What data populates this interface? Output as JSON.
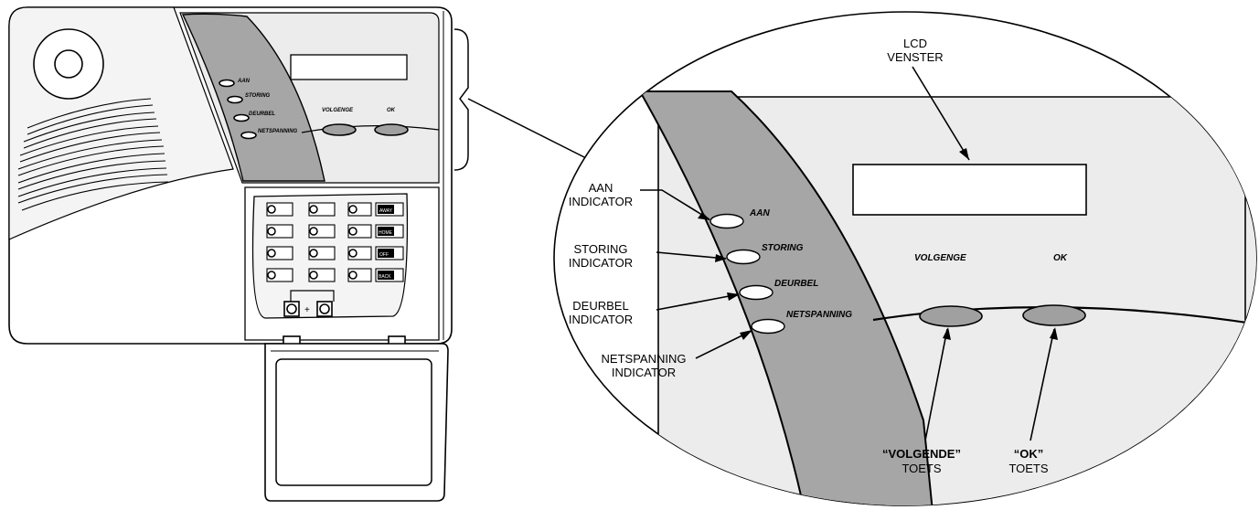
{
  "panel_small": {
    "led_labels": [
      "AAN",
      "STORING",
      "DEURBEL",
      "NETSPANNING"
    ],
    "button_labels": [
      "VOLGENGE",
      "OK"
    ],
    "keypad_key_labels": [
      "AWAY",
      "HOME",
      "OFF",
      "BACK"
    ]
  },
  "zoom": {
    "lcd_label": [
      "LCD",
      "VENSTER"
    ],
    "led_labels": [
      "AAN",
      "STORING",
      "DEURBEL",
      "NETSPANNING"
    ],
    "button_labels": [
      "VOLGENGE",
      "OK"
    ],
    "indicator_callouts": [
      [
        "AAN",
        "INDICATOR"
      ],
      [
        "STORING",
        "INDICATOR"
      ],
      [
        "DEURBEL",
        "INDICATOR"
      ],
      [
        "NETSPANNING",
        "INDICATOR"
      ]
    ],
    "button_callouts": [
      [
        "“VOLGENDE”",
        "TOETS"
      ],
      [
        "“OK”",
        "TOETS"
      ]
    ]
  }
}
